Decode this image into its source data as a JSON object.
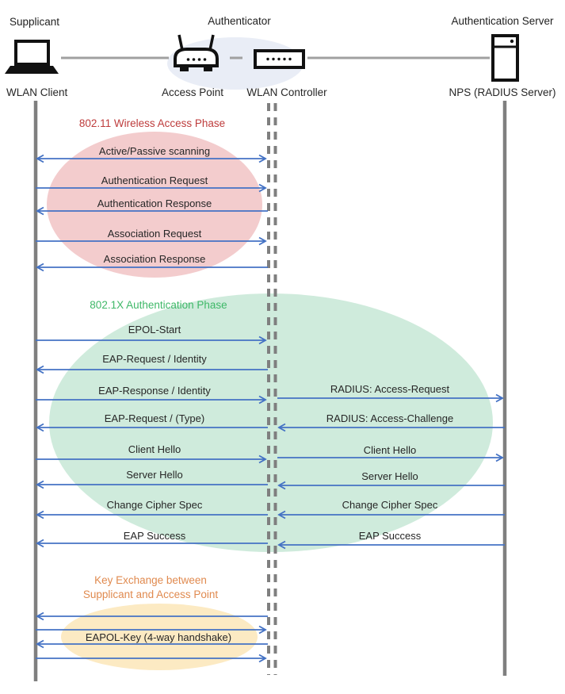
{
  "header": {
    "supplicant_role": "Supplicant",
    "authenticator_role": "Authenticator",
    "auth_server_role": "Authentication Server",
    "wlan_client": "WLAN Client",
    "access_point": "Access Point",
    "wlan_controller": "WLAN Controller",
    "nps": "NPS (RADIUS Server)"
  },
  "phase1": {
    "title": "802.11 Wireless Access Phase",
    "messages": {
      "scanning": "Active/Passive scanning",
      "auth_request": "Authentication Request",
      "auth_response": "Authentication Response",
      "assoc_request": "Association Request",
      "assoc_response": "Association Response"
    }
  },
  "phase2": {
    "title": "802.1X Authentication Phase",
    "messages": {
      "epol_start": "EPOL-Start",
      "eap_request_identity": "EAP-Request / Identity",
      "eap_response_identity": "EAP-Response / Identity",
      "eap_request_type": "EAP-Request / (Type)",
      "client_hello": "Client Hello",
      "server_hello": "Server Hello",
      "change_cipher_spec": "Change Cipher Spec",
      "eap_success": "EAP Success",
      "radius_access_request": "RADIUS: Access-Request",
      "radius_access_challenge": "RADIUS: Access-Challenge"
    }
  },
  "phase3": {
    "title_line1": "Key Exchange between",
    "title_line2": "Supplicant and Access Point",
    "messages": {
      "eapol_key": "EAPOL-Key (4-way handshake)"
    }
  },
  "colors": {
    "arrow_blue": "#4472C4",
    "lifeline_gray": "#7F7F7F",
    "phase1_title_red": "#BE3C3C",
    "phase2_title_green": "#3FB868",
    "phase3_title_orange": "#E08A4F",
    "ellipse_pink": "#F3CCCD",
    "ellipse_green": "#CFEBDC",
    "ellipse_yellow": "#FCEAC3",
    "ellipse_bluegray": "#E9EDF6"
  }
}
